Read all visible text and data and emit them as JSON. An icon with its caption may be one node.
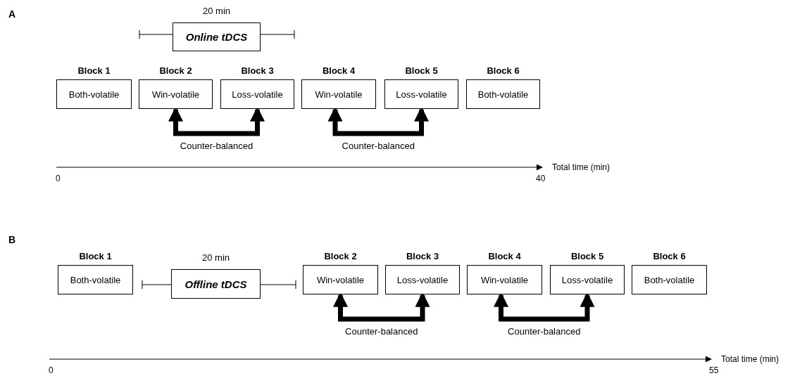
{
  "diagram": {
    "nodes": [
      {
        "text": [
          "Online tDCS"
        ],
        "beside": [
          "20 min"
        ]
      },
      {
        "text": [
          "Block 1",
          "Both-volatile"
        ]
      },
      {
        "text": [
          "Block 2",
          "Win-volatile"
        ]
      },
      {
        "text": [
          "Block 3",
          "Loss-volatile"
        ]
      },
      {
        "text": [
          "Block 4",
          "Win-volatile"
        ]
      },
      {
        "text": [
          "Block 5",
          "Loss-volatile"
        ]
      },
      {
        "text": [
          "Block 6",
          "Both-volatile"
        ]
      },
      {
        "text": [
          "Block 1",
          "Both-volatile"
        ]
      },
      {
        "text": [
          "Offline tDCS"
        ],
        "beside": [
          "20 min"
        ]
      },
      {
        "text": [
          "Block 2",
          "Win-volatile"
        ]
      },
      {
        "text": [
          "Block 3",
          "Loss-volatile"
        ]
      },
      {
        "text": [
          "Block 4",
          "Win-volatile"
        ]
      },
      {
        "text": [
          "Block 5",
          "Loss-volatile"
        ]
      },
      {
        "text": [
          "Block 6",
          "Both-volatile"
        ]
      }
    ],
    "edges": [
      {
        "from": 2,
        "to": 3,
        "arrow": "both",
        "label": "Counter-balanced"
      },
      {
        "from": 4,
        "to": 5,
        "arrow": "both",
        "label": "Counter-balanced"
      },
      {
        "from": 9,
        "to": 10,
        "arrow": "both",
        "label": "Counter-balanced"
      },
      {
        "from": 11,
        "to": 12,
        "arrow": "both",
        "label": "Counter-balanced"
      }
    ],
    "labels": [
      "A",
      "0",
      "40",
      "Total time (min)",
      "B",
      "0",
      "55",
      "Total time (min)"
    ]
  }
}
